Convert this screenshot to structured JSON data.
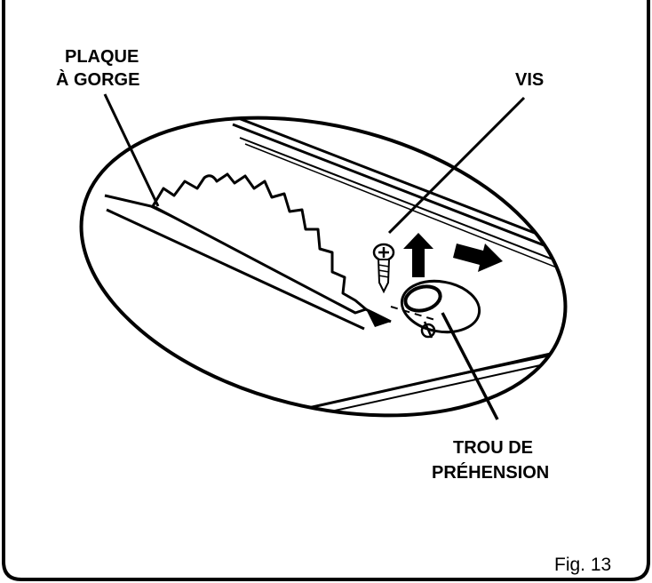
{
  "labels": {
    "throat_plate_line1": "PLAQUE",
    "throat_plate_line2": "À GORGE",
    "screw": "VIS",
    "finger_hole_line1": "TROU DE",
    "finger_hole_line2": "PRÉHENSION"
  },
  "figure_caption": "Fig. 13",
  "icons": [
    "screw-icon",
    "up-arrow-icon",
    "right-arrow-icon",
    "finger-hole-icon",
    "saw-blade-icon"
  ],
  "colors": {
    "ink": "#000000",
    "background": "#ffffff"
  }
}
